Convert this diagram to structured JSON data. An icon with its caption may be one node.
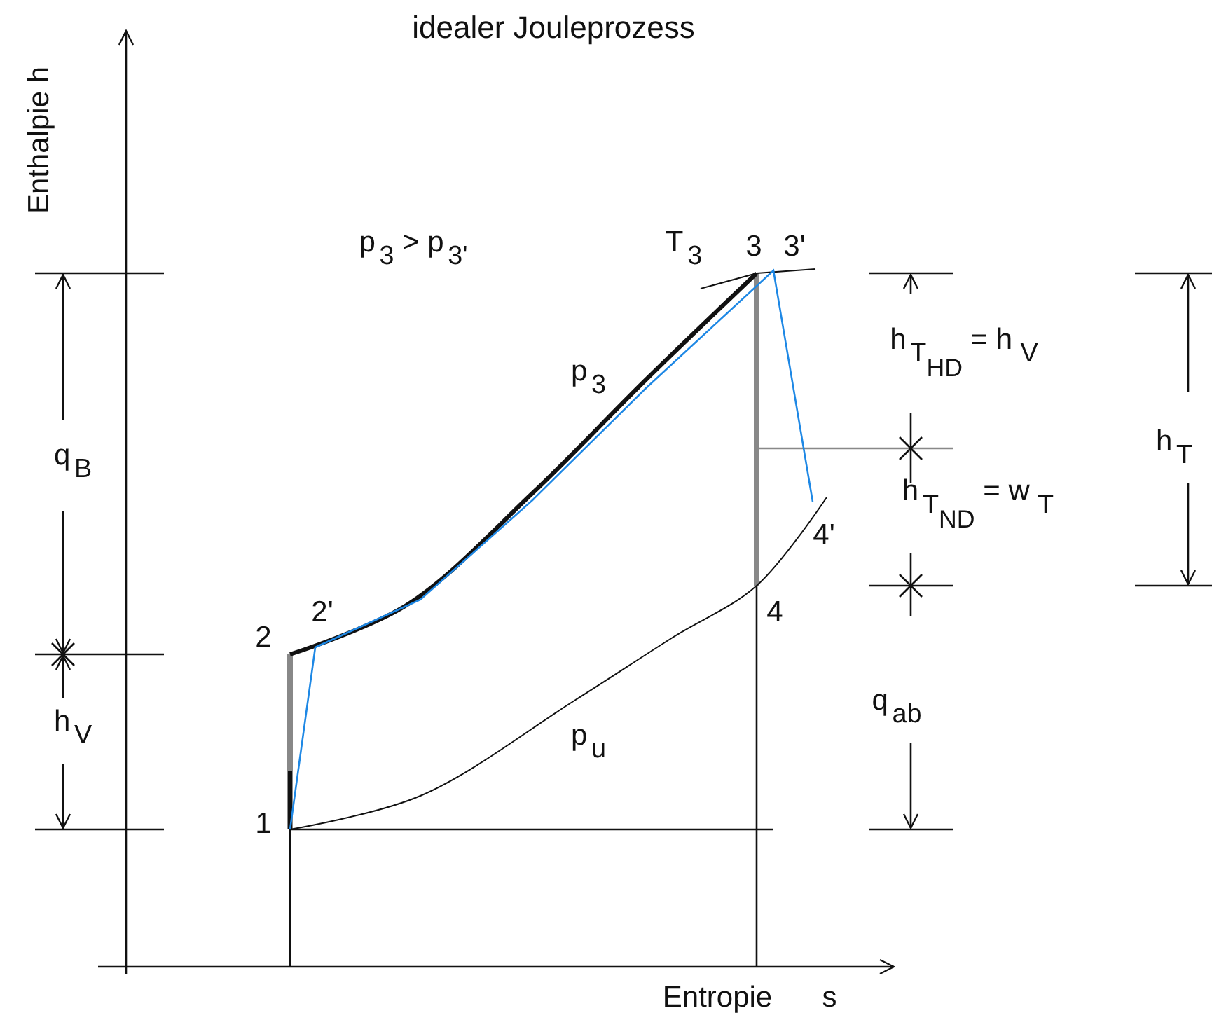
{
  "diagram": {
    "title": "idealer  Jouleprozess",
    "labels": [
      "Enthalpie  h",
      "p$_{3}$ > p$_{3'}$",
      "T$_{3}$",
      "3",
      "3'",
      "h$_{T}$$_{HD}$ =  h$_{V}$",
      "p$_{3}$",
      "h$_{T}$",
      "q$_{B}$",
      "h$_{T}$$_{ND}$ =  w$_{T}$",
      "4'",
      "2",
      "2'",
      "4",
      "q$_{ab}$",
      "h$_{V}$",
      "p$_{u}$",
      "1",
      "Entropie",
      "s"
    ]
  }
}
